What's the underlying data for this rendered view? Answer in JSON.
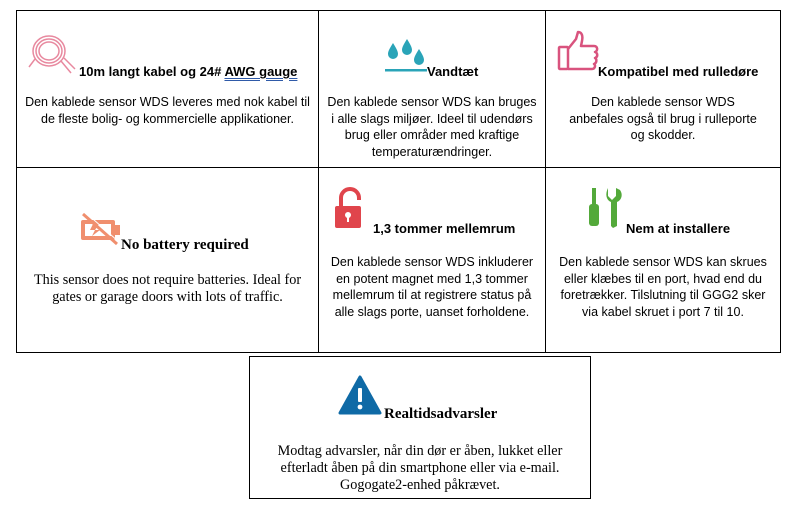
{
  "features": [
    {
      "icon": "cable-icon",
      "title": "10m langt kabel og 24# ",
      "title_underlined": "AWG gauge",
      "body": "Den kablede sensor WDS leveres med nok kabel til de fleste bolig- og kommercielle applikationer."
    },
    {
      "icon": "water-drops-icon",
      "title": "Vandtæt",
      "body": "Den kablede sensor WDS kan bruges i alle slags miljøer. Ideel til udendørs brug eller områder med kraftige temperaturændringer."
    },
    {
      "icon": "thumbs-up-icon",
      "title": "Kompatibel med rulledøre",
      "body": "Den kablede sensor WDS anbefales også til brug i rulleporte og skodder."
    },
    {
      "icon": "no-battery-icon",
      "title": "No battery required",
      "body": "This sensor does not require batteries. Ideal for gates or garage doors with lots of traffic."
    },
    {
      "icon": "open-lock-icon",
      "title": "1,3 tommer mellemrum",
      "body": "Den kablede sensor WDS inkluderer en potent magnet med 1,3 tommer mellemrum til at registrere status på alle slags porte, uanset forholdene."
    },
    {
      "icon": "tools-icon",
      "title": "Nem at installere",
      "body": "Den kablede sensor WDS kan skrues eller klæbes til en port, hvad end du foretrækker. Tilslutning til GGG2 sker via kabel skruet i port 7 til 10."
    },
    {
      "icon": "warning-icon",
      "title": "Realtidsadvarsler",
      "body": "Modtag advarsler, når din dør er åben, lukket eller efterladt åben på din smartphone eller via e-mail. Gogogate2-enhed påkrævet."
    }
  ],
  "colors": {
    "cable": "#e8899f",
    "water": "#2aa4b8",
    "thumb": "#d9537e",
    "battery": "#f08f6e",
    "lock": "#e0454c",
    "tools": "#53a93a",
    "warning": "#0f6aa6"
  }
}
